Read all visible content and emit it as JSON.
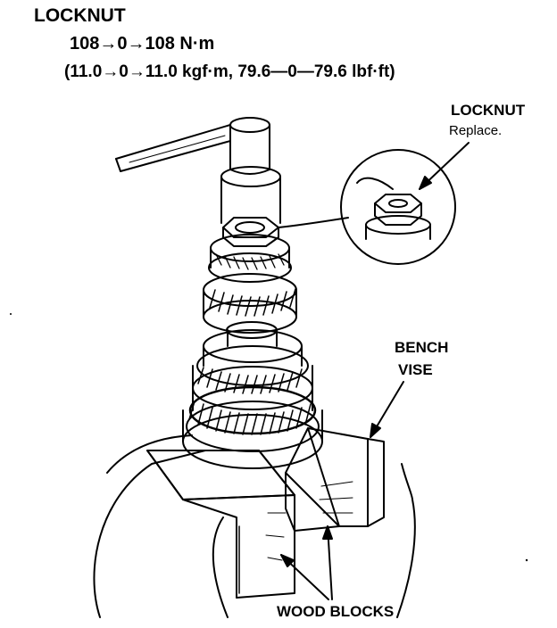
{
  "header": {
    "title": "LOCKNUT",
    "torque_nm": "108→0→108 N·m",
    "torque_alt": "(11.0→0→11.0 kgf·m, 79.6—0—79.6 lbf·ft)"
  },
  "callouts": {
    "locknut_title": "LOCKNUT",
    "locknut_note": "Replace.",
    "bench_line1": "BENCH",
    "bench_line2": "VISE",
    "wood_blocks": "WOOD BLOCKS"
  },
  "colors": {
    "ink": "#000000",
    "paper": "#ffffff"
  }
}
